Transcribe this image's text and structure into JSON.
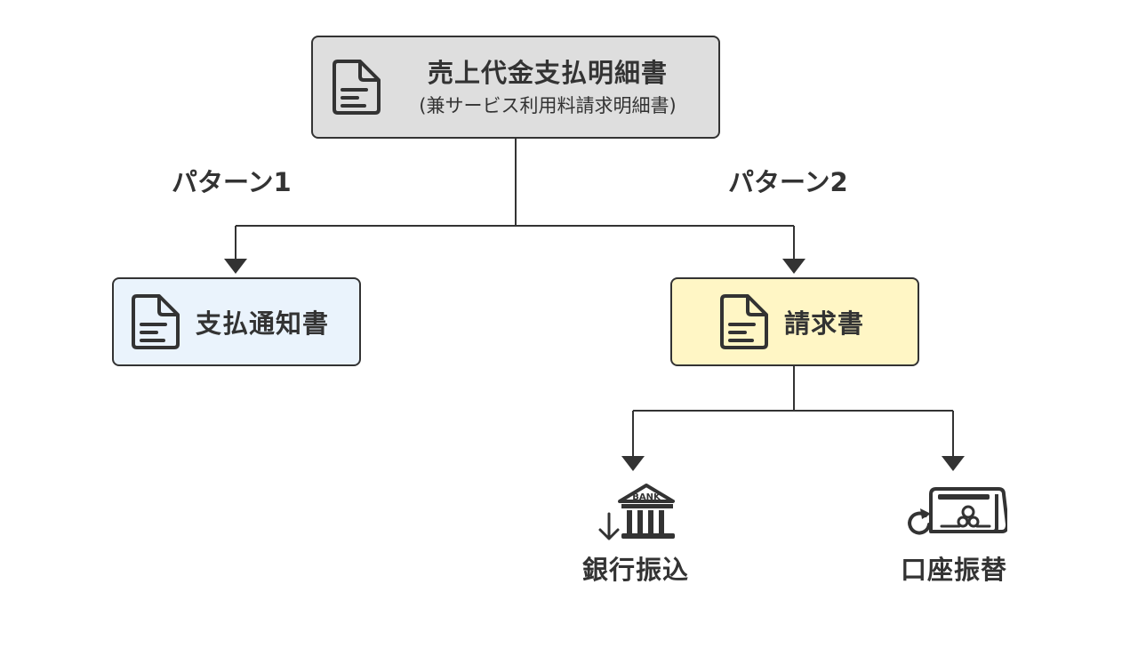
{
  "top_node": {
    "title": "売上代金支払明細書",
    "subtitle": "(兼サービス利用料請求明細書)",
    "icon": "document-icon",
    "fill": "#dedede"
  },
  "patterns": {
    "pattern_1": "パターン1",
    "pattern_2": "パターン2"
  },
  "left_node": {
    "label": "支払通知書",
    "icon": "document-icon",
    "fill": "#eaf3fc"
  },
  "right_node": {
    "label": "請求書",
    "icon": "document-icon",
    "fill": "#fff6c5"
  },
  "leaves": {
    "bank_transfer": {
      "label": "銀行振込",
      "icon": "bank-icon",
      "icon_text": "BANK"
    },
    "direct_debit": {
      "label": "口座振替",
      "icon": "card-reader-icon"
    }
  },
  "colors": {
    "stroke": "#333333"
  }
}
